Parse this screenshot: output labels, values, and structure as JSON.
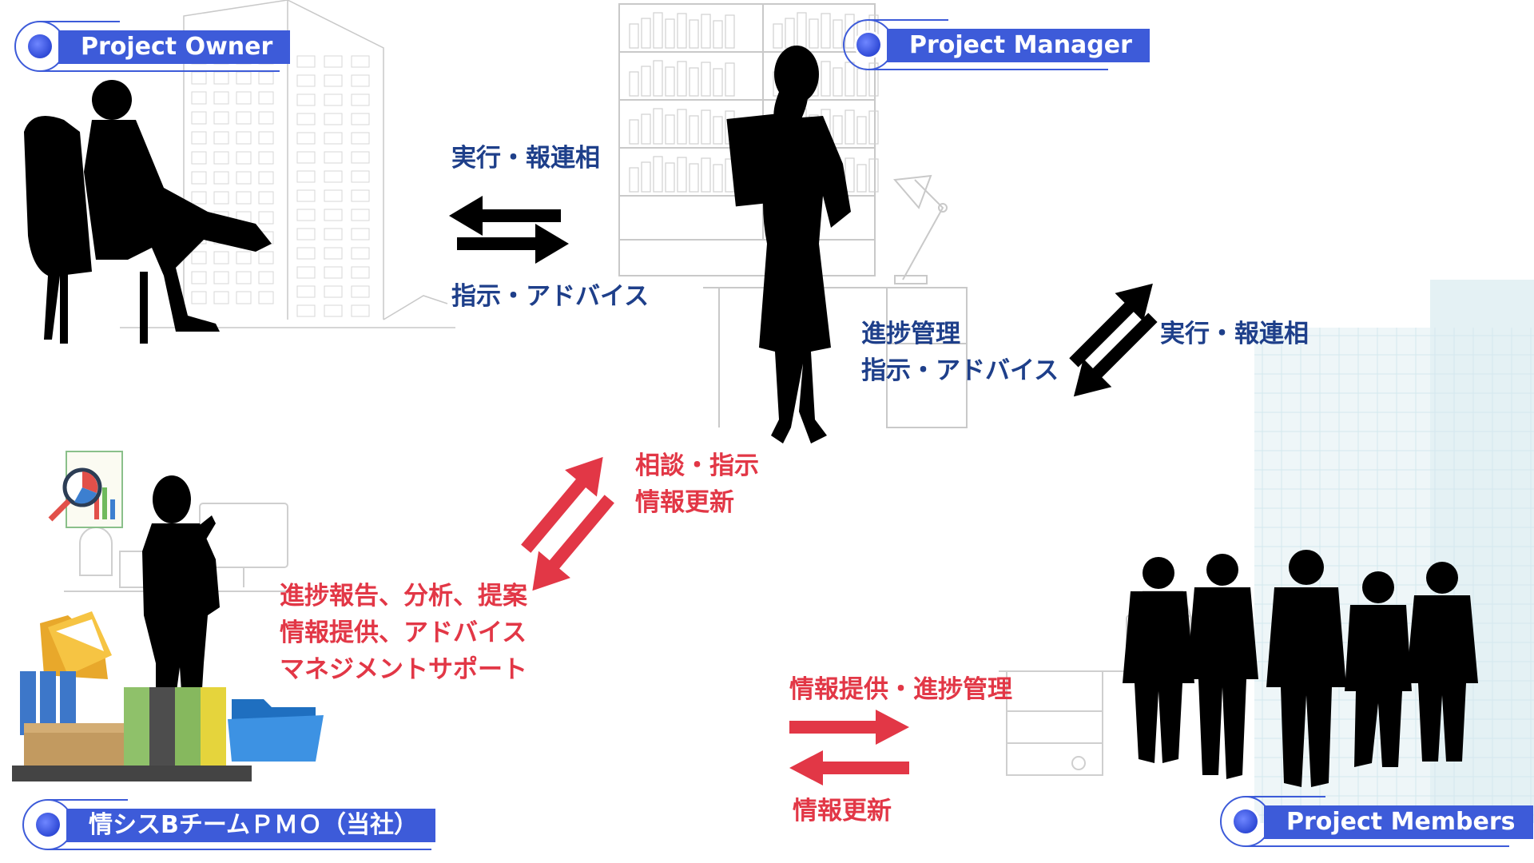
{
  "roles": {
    "owner": "Project Owner",
    "manager": "Project Manager",
    "members": "Project Members",
    "pmo": "情シスBチームＰＭＯ（当社）"
  },
  "flows": {
    "owner_manager_top": "実行・報連相",
    "owner_manager_bottom": "指示・アドバイス",
    "manager_members_left": [
      "進捗管理",
      "指示・アドバイス"
    ],
    "manager_members_right": "実行・報連相",
    "pmo_manager_right": [
      "相談・指示",
      "情報更新"
    ],
    "pmo_manager_left": [
      "進捗報告、分析、提案",
      "情報提供、アドバイス",
      "マネジメントサポート"
    ],
    "pmo_members_top": "情報提供・進捗管理",
    "pmo_members_bottom": "情報更新"
  },
  "colors": {
    "tag_blue": "#3d5bd9",
    "text_blue": "#1e3f8a",
    "text_red": "#e23746",
    "arrow_black": "#000000",
    "arrow_red": "#e23746"
  },
  "icons": {
    "owner_figure": "seated-businessman-silhouette-icon",
    "manager_figure": "standing-woman-silhouette-icon",
    "pmo_figure": "thinking-businessman-silhouette-icon",
    "members_figure": "business-team-silhouette-icon"
  }
}
